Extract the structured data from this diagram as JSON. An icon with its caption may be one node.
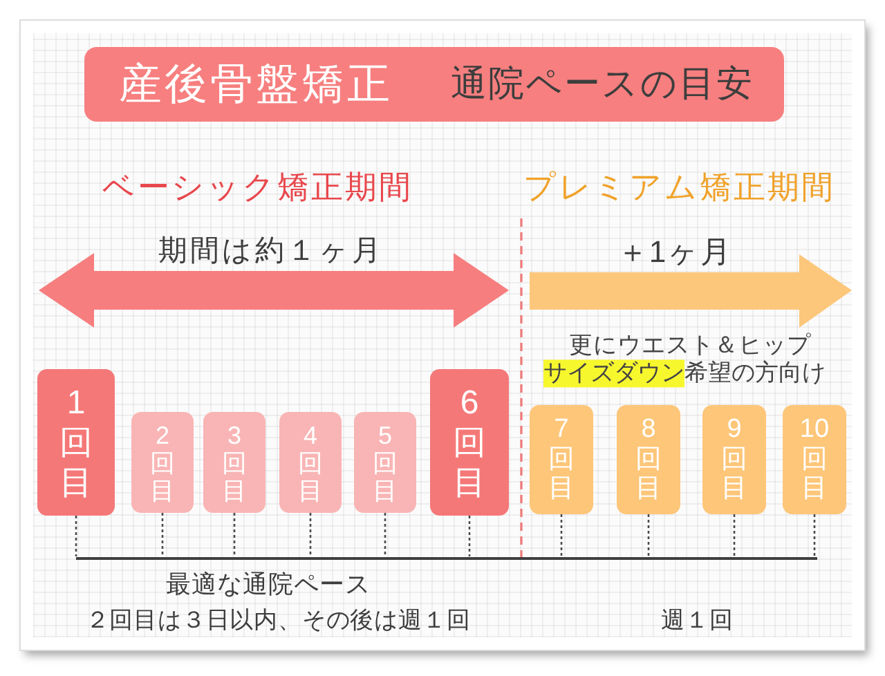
{
  "diagram": {
    "nodes": [
      {
        "text": [
          "産後骨盤矯正",
          "通院ペースの目安"
        ]
      },
      {
        "text": [
          "1回目"
        ]
      },
      {
        "text": [
          "2回目"
        ]
      },
      {
        "text": [
          "3回目"
        ]
      },
      {
        "text": [
          "4回目"
        ]
      },
      {
        "text": [
          "5回目"
        ]
      },
      {
        "text": [
          "6回目"
        ]
      },
      {
        "text": [
          "7回目"
        ]
      },
      {
        "text": [
          "8回目"
        ]
      },
      {
        "text": [
          "9回目"
        ]
      },
      {
        "text": [
          "10回目"
        ]
      },
      {
        "text": [],
        "shape": "line"
      }
    ],
    "edges": [
      {
        "from": 1,
        "to": 11,
        "arrow": "none",
        "style": "dashed"
      },
      {
        "from": 2,
        "to": 11,
        "arrow": "none",
        "style": "dashed"
      },
      {
        "from": 3,
        "to": 11,
        "arrow": "none",
        "style": "dashed"
      },
      {
        "from": 4,
        "to": 11,
        "arrow": "none",
        "style": "dashed"
      },
      {
        "from": 5,
        "to": 11,
        "arrow": "none",
        "style": "dashed"
      },
      {
        "from": 6,
        "to": 11,
        "arrow": "none",
        "style": "dashed"
      },
      {
        "from": 7,
        "to": 11,
        "arrow": "none",
        "style": "dashed"
      },
      {
        "from": 8,
        "to": 11,
        "arrow": "none",
        "style": "dashed"
      },
      {
        "from": 9,
        "to": 11,
        "arrow": "none",
        "style": "dashed"
      },
      {
        "from": 10,
        "to": 11,
        "arrow": "none",
        "style": "dashed"
      }
    ],
    "labels": [
      "ベーシック矯正期間",
      "プレミアム矯正期間",
      "期間は約１ヶ月",
      "＋1ヶ月",
      "更にウエスト＆ヒップ",
      "サイズダウン",
      "希望の方向け",
      "最適な通院ペース",
      "２回目は３日以内、その後は週１回",
      "週１回"
    ]
  }
}
